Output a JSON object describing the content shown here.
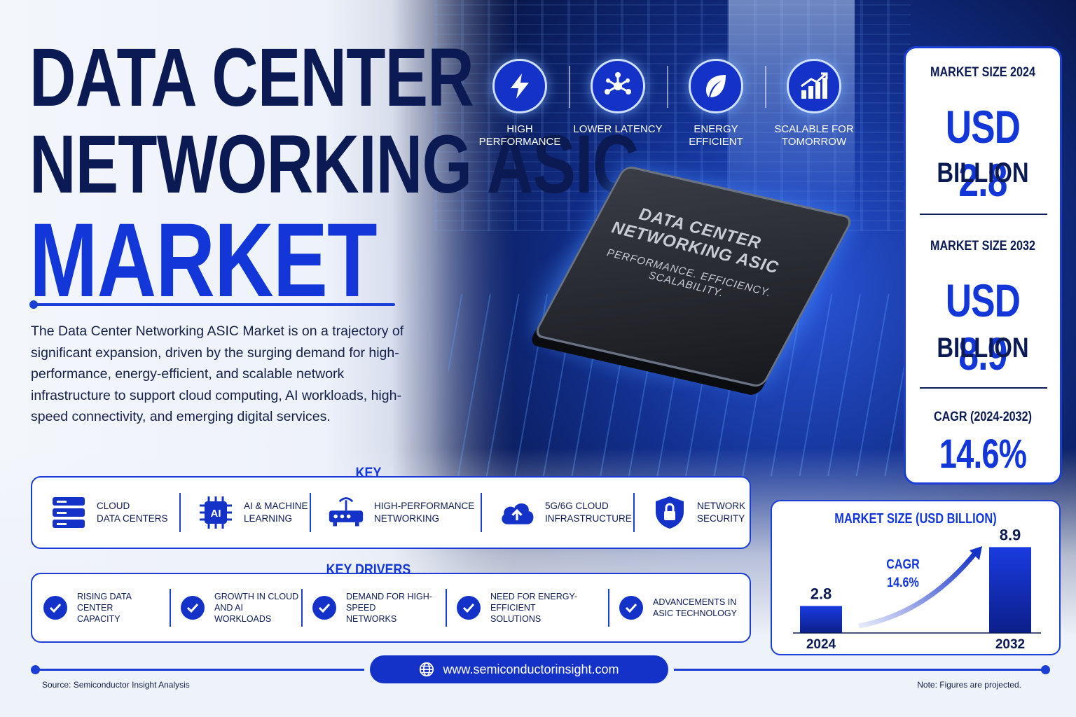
{
  "title": {
    "line1": "DATA CENTER",
    "line2": "NETWORKING ASIC",
    "line3": "MARKET"
  },
  "intro": "The Data Center Networking ASIC Market is on a trajectory of significant expansion, driven by the surging demand for high-performance, energy-efficient, and scalable network infrastructure to support cloud computing, AI workloads, high-speed connectivity, and emerging digital services.",
  "features": [
    {
      "label": "HIGH PERFORMANCE",
      "icon": "lightning-icon"
    },
    {
      "label": "LOWER LATENCY",
      "icon": "network-nodes-icon"
    },
    {
      "label": "ENERGY EFFICIENT",
      "icon": "leaf-icon"
    },
    {
      "label": "SCALABLE FOR TOMORROW",
      "icon": "growth-chart-icon"
    }
  ],
  "chip": {
    "line1": "DATA CENTER",
    "line2": "NETWORKING ASIC",
    "line3": "PERFORMANCE. EFFICIENCY. SCALABILITY."
  },
  "stats": {
    "size2024_label": "MARKET SIZE 2024",
    "size2024_value": "USD 2.8",
    "size2024_unit": "BILLION",
    "size2032_label": "MARKET SIZE 2032",
    "size2032_value": "USD 8.9",
    "size2032_unit": "BILLION",
    "cagr_label": "CAGR (2024-2032)",
    "cagr_value": "14.6%"
  },
  "applications": {
    "title": "KEY APPLICATIONS",
    "items": [
      {
        "label1": "CLOUD",
        "label2": "DATA CENTERS",
        "icon": "server-stack-icon"
      },
      {
        "label1": "AI & MACHINE",
        "label2": "LEARNING",
        "icon": "ai-chip-icon"
      },
      {
        "label1": "HIGH-PERFORMANCE",
        "label2": "NETWORKING",
        "icon": "router-icon"
      },
      {
        "label1": "5G/6G CLOUD",
        "label2": "INFRASTRUCTURE",
        "icon": "cloud-upload-icon"
      },
      {
        "label1": "NETWORK",
        "label2": "SECURITY",
        "icon": "shield-lock-icon"
      }
    ]
  },
  "drivers": {
    "title": "KEY DRIVERS",
    "items": [
      {
        "label1": "RISING DATA CENTER",
        "label2": "CAPACITY"
      },
      {
        "label1": "GROWTH IN CLOUD",
        "label2": "AND AI WORKLOADS"
      },
      {
        "label1": "DEMAND FOR HIGH-SPEED",
        "label2": "NETWORKS"
      },
      {
        "label1": "NEED FOR ENERGY-EFFICIENT",
        "label2": "SOLUTIONS"
      },
      {
        "label1": "ADVANCEMENTS IN",
        "label2": "ASIC TECHNOLOGY"
      }
    ]
  },
  "chart_data": {
    "type": "bar",
    "title": "MARKET SIZE (USD BILLION)",
    "categories": [
      "2024",
      "2032"
    ],
    "values": [
      2.8,
      8.9
    ],
    "value_labels": [
      "2.8",
      "8.9"
    ],
    "annotation": "CAGR\n14.6%",
    "annotation_line1": "CAGR",
    "annotation_line2": "14.6%",
    "bar_color": "#1532c8"
  },
  "footer": {
    "url": "www.semiconductorinsight.com",
    "source": "Source: Semiconductor Insight Analysis",
    "note": "Note: Figures are projected."
  },
  "colors": {
    "accent": "#1236d8",
    "navy": "#0b1a52"
  }
}
